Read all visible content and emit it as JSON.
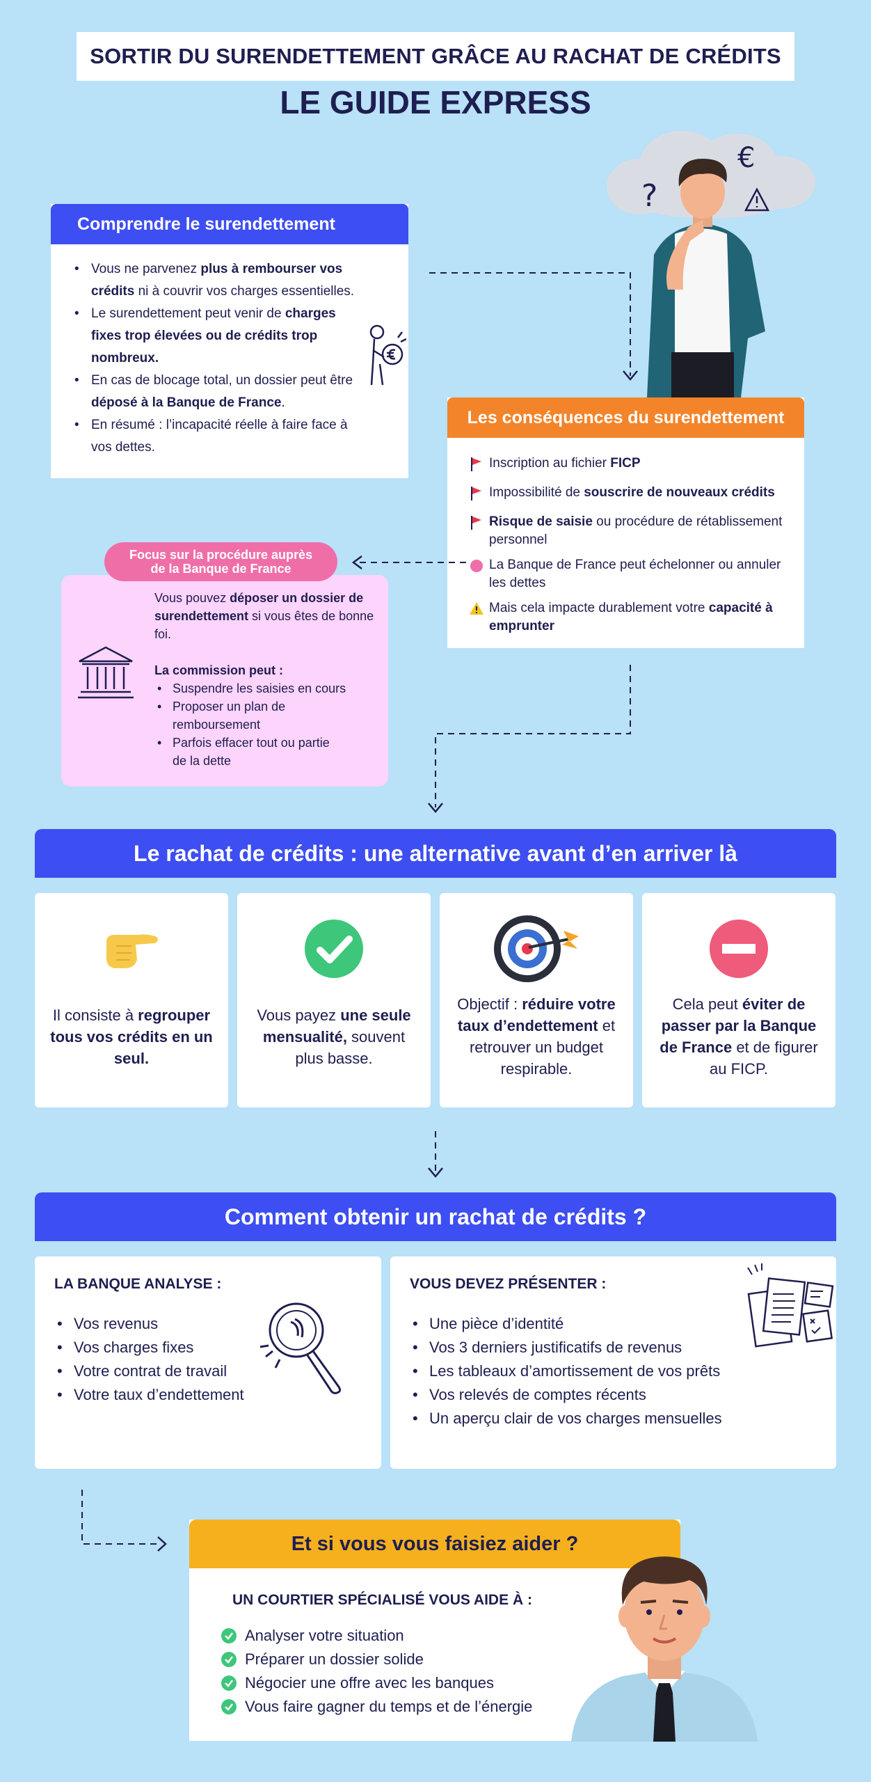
{
  "header": {
    "banner": "SORTIR DU SURENDETTEMENT GRÂCE AU RACHAT DE CRÉDITS",
    "title": "LE GUIDE EXPRESS"
  },
  "comprendre": {
    "title": "Comprendre le surendettement",
    "items": [
      [
        "Vous ne parvenez ",
        "plus à rembourser vos crédits",
        " ni à couvrir vos charges essentielles."
      ],
      [
        "Le surendettement peut venir de ",
        "charges fixes trop élevées ou de crédits trop nombreux.",
        ""
      ],
      [
        "En cas de blocage total, un dossier peut être ",
        "déposé à la Banque de France",
        "."
      ],
      [
        "En résumé : l’incapacité réelle à faire face à vos dettes.",
        "",
        ""
      ]
    ]
  },
  "consequences": {
    "title": "Les conséquences du surendettement",
    "items": [
      {
        "icon": "flag-icon",
        "parts": [
          "Inscription au fichier ",
          "FICP",
          ""
        ]
      },
      {
        "icon": "flag-icon",
        "parts": [
          "Impossibilité de ",
          "souscrire de nouveaux crédits",
          ""
        ]
      },
      {
        "icon": "flag-icon",
        "parts": [
          "",
          "Risque de saisie",
          " ou procédure de rétablissement personnel"
        ]
      },
      {
        "icon": "dot-icon",
        "parts": [
          "La Banque de France peut échelonner ou annuler les dettes",
          "",
          ""
        ]
      },
      {
        "icon": "warning-icon",
        "parts": [
          "Mais cela impacte durablement votre ",
          "capacité à emprunter",
          ""
        ]
      }
    ]
  },
  "focus": {
    "pill_line1": "Focus sur la procédure auprès",
    "pill_line2": "de la Banque de France",
    "intro": [
      "Vous pouvez ",
      "déposer un dossier de surendettement",
      " si vous êtes de bonne foi."
    ],
    "commission_label": "La commission peut :",
    "items": [
      "Suspendre les saisies en cours",
      "Proposer un plan de remboursement",
      "Parfois effacer tout ou partie de la dette"
    ]
  },
  "rachat": {
    "title": "Le rachat de crédits : une alternative avant d’en arriver là",
    "cards": [
      {
        "icon": "pointing-hand-icon",
        "parts": [
          "Il consiste à ",
          "regrouper tous vos crédits en un seul.",
          ""
        ]
      },
      {
        "icon": "check-icon",
        "parts": [
          "Vous payez ",
          "une seule mensualité,",
          " souvent plus basse."
        ]
      },
      {
        "icon": "target-icon",
        "parts": [
          "Objectif : ",
          "réduire votre taux d’endettement",
          " et retrouver un budget respirable."
        ]
      },
      {
        "icon": "no-entry-icon",
        "parts": [
          "Cela peut ",
          "éviter de passer par la Banque de France",
          " et de figurer au FICP."
        ]
      }
    ]
  },
  "comment": {
    "title": "Comment obtenir un rachat de crédits ?",
    "banque": {
      "title": "LA BANQUE ANALYSE :",
      "items": [
        "Vos revenus",
        "Vos charges fixes",
        "Votre contrat de travail",
        "Votre taux d’endettement"
      ]
    },
    "documents": {
      "title": "VOUS DEVEZ PRÉSENTER :",
      "items": [
        "Une pièce d’identité",
        "Vos 3 derniers justificatifs de revenus",
        "Les tableaux d’amortissement de vos prêts",
        "Vos relevés de comptes récents",
        "Un aperçu clair de vos charges mensuelles"
      ]
    }
  },
  "aider": {
    "title": "Et si vous vous faisiez aider ?",
    "subtitle": "UN COURTIER SPÉCIALISÉ VOUS AIDE À :",
    "items": [
      "Analyser votre situation",
      "Préparer un dossier solide",
      "Négocier une offre avec les banques",
      "Vous faire gagner du temps et de l’énergie"
    ]
  },
  "colors": {
    "background": "#b9e1f8",
    "blue": "#3d4ef2",
    "orange": "#f3842a",
    "pink": "#f06ea8",
    "pink_light": "#fdd4fb",
    "yellow": "#f6b01e",
    "navy": "#1e1e50",
    "green": "#3ec67a",
    "red": "#ef5b7a"
  }
}
